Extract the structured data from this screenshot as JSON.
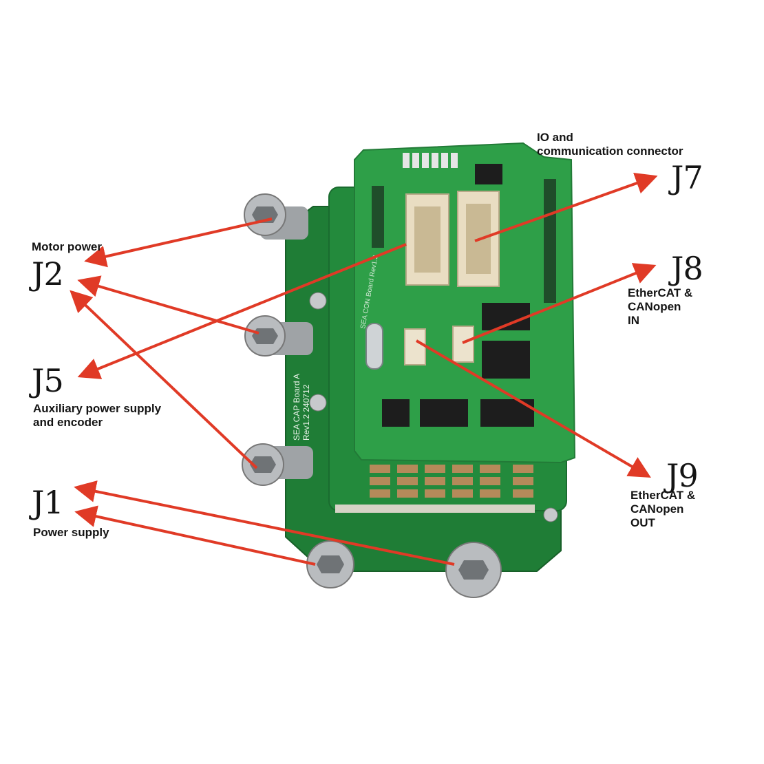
{
  "labels": {
    "j7": {
      "id": "J7",
      "desc": "IO and\ncommunication connector"
    },
    "j2": {
      "id": "J2",
      "desc": "Motor power"
    },
    "j8": {
      "id": "J8",
      "desc": "EtherCAT &\nCANopen\nIN"
    },
    "j5": {
      "id": "J5",
      "desc": "Auxiliary power supply\nand encoder"
    },
    "j9": {
      "id": "J9",
      "desc": "EtherCAT &\nCANopen\nOUT"
    },
    "j1": {
      "id": "J1",
      "desc": "Power supply"
    }
  },
  "board_silkscreen": {
    "bottom_board": "SEA CAP Board A\nRev1.2  240712",
    "middle_board": "SEA CON Board Rev1.2"
  },
  "colors": {
    "arrow": "#e03a26",
    "pcb_top": "#2e9f48",
    "pcb_mid": "#238a3c",
    "pcb_bottom": "#1f7d36",
    "connector": "#e9ddc2",
    "chip": "#1d1d1d",
    "bolt": "#b9bcbf"
  }
}
